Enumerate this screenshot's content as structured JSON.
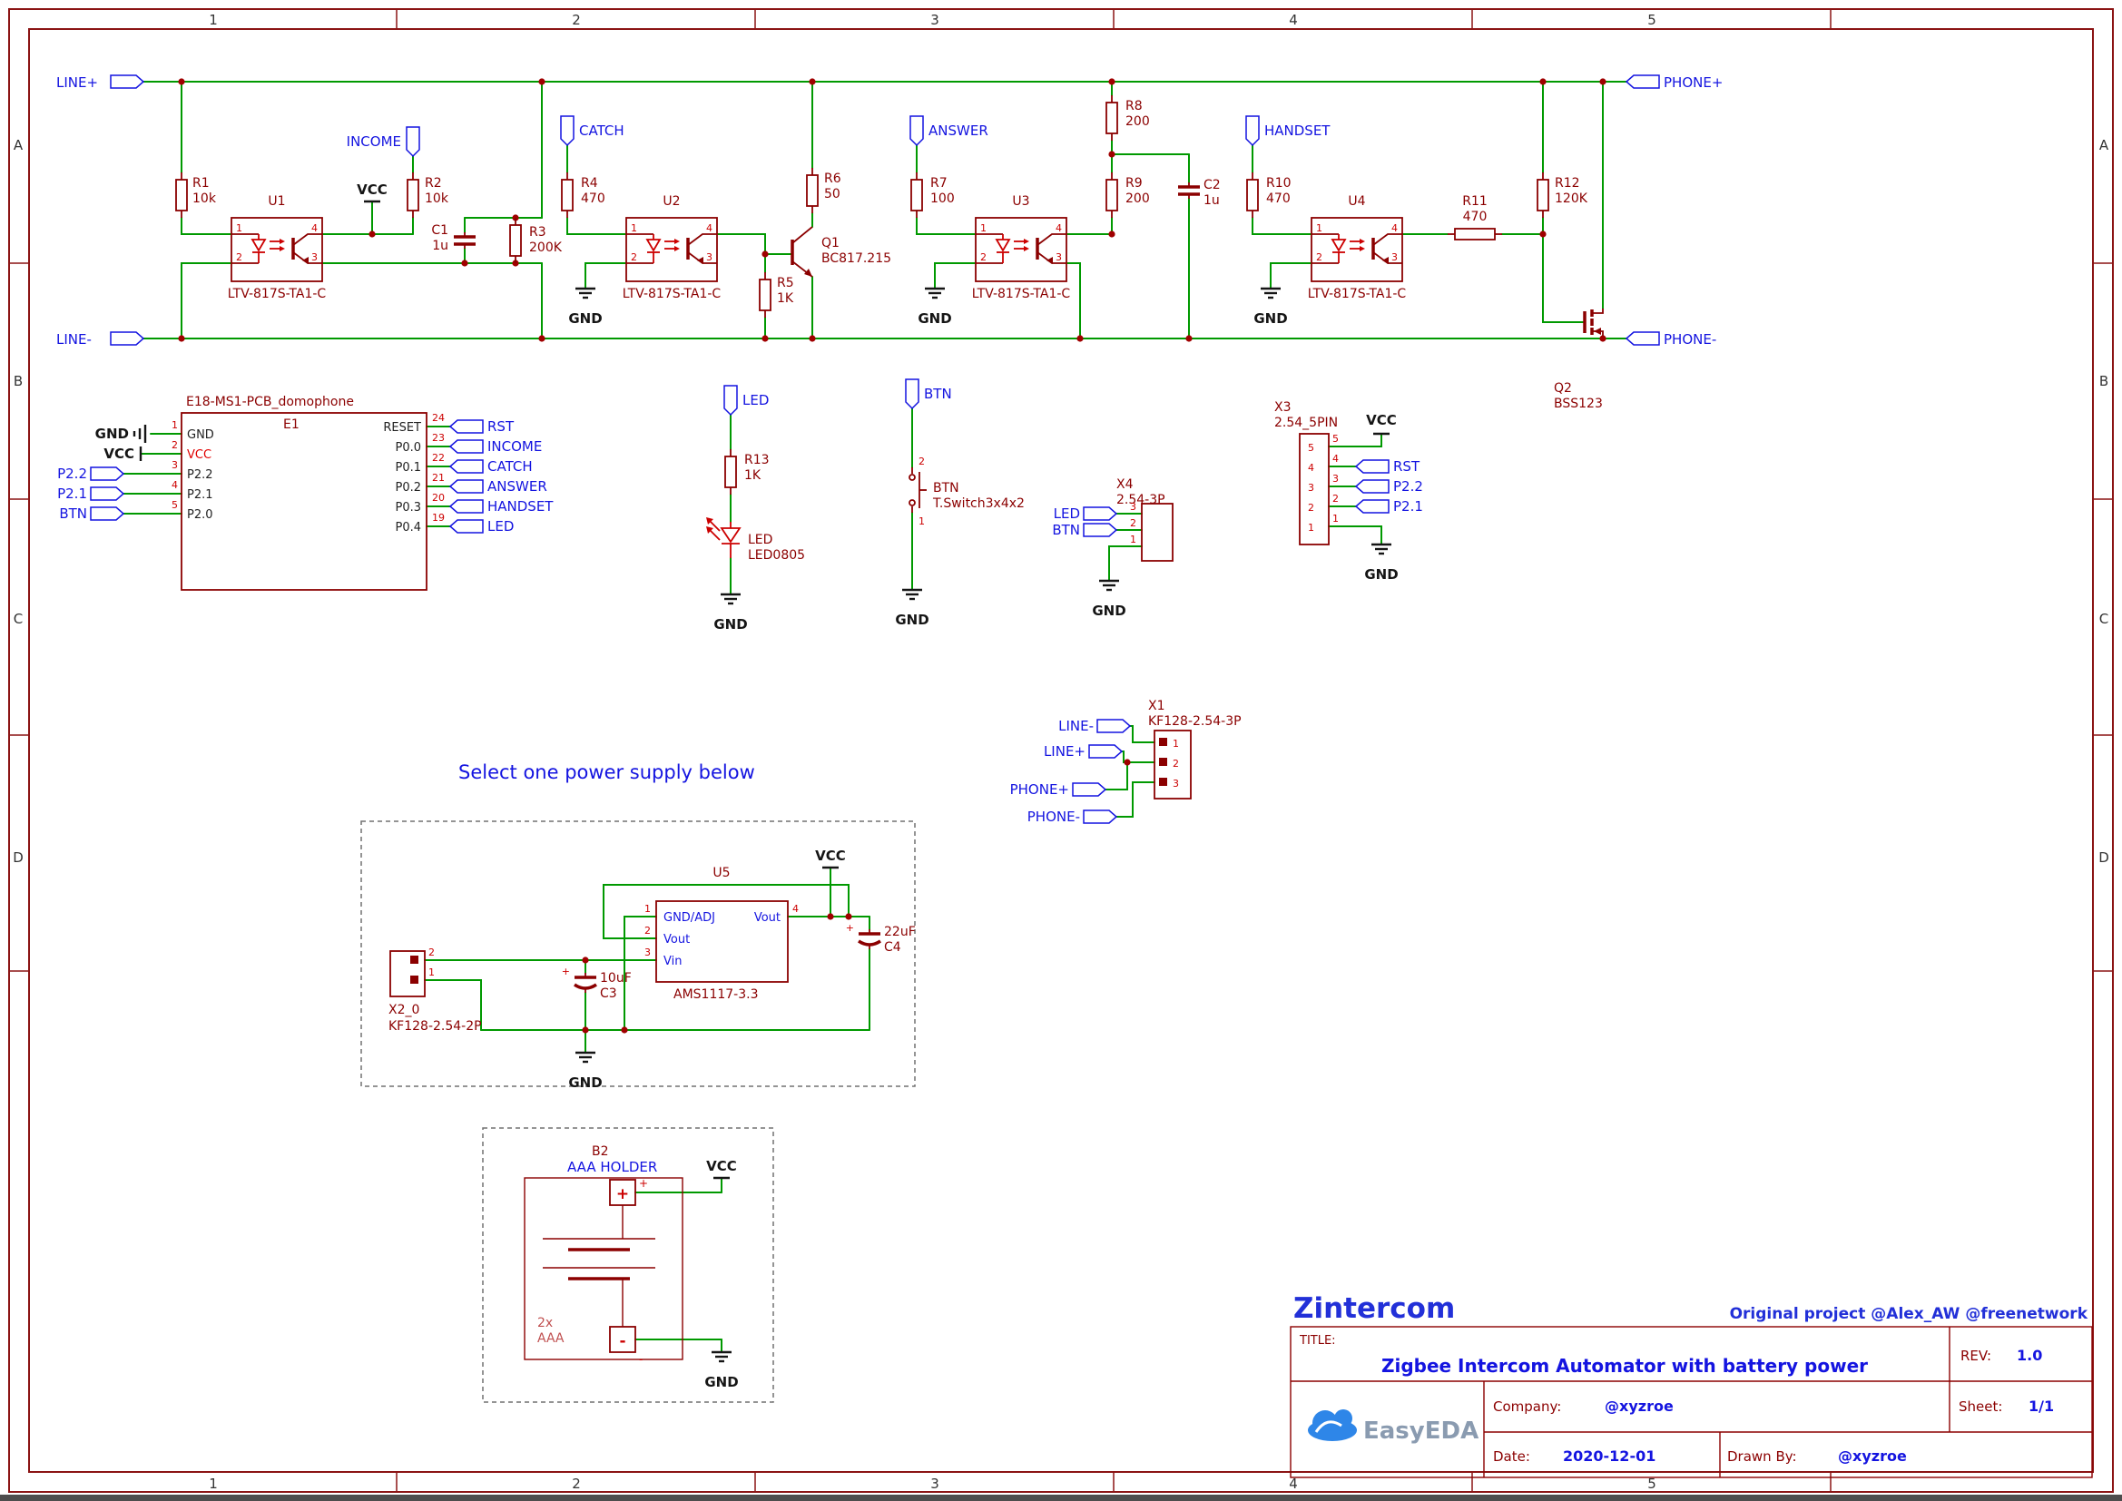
{
  "frame": {
    "cols": [
      "1",
      "2",
      "3",
      "4",
      "5"
    ],
    "rows": [
      "A",
      "B",
      "C",
      "D"
    ]
  },
  "nets": {
    "line_plus": "LINE+",
    "line_minus": "LINE-",
    "phone_plus": "PHONE+",
    "phone_minus": "PHONE-",
    "income": "INCOME",
    "catch": "CATCH",
    "answer": "ANSWER",
    "handset": "HANDSET",
    "led": "LED",
    "btn": "BTN",
    "rst": "RST",
    "p2_2": "P2.2",
    "p2_1": "P2.1",
    "vcc": "VCC",
    "gnd": "GND"
  },
  "pin_nums": {
    "n1": "1",
    "n2": "2",
    "n3": "3",
    "n4": "4",
    "n5": "5",
    "n19": "19",
    "n20": "20",
    "n21": "21",
    "n22": "22",
    "n23": "23",
    "n24": "24"
  },
  "components": {
    "r1": {
      "ref": "R1",
      "val": "10k"
    },
    "r2": {
      "ref": "R2",
      "val": "10k"
    },
    "r3": {
      "ref": "R3",
      "val": "200K"
    },
    "r4": {
      "ref": "R4",
      "val": "470"
    },
    "r5": {
      "ref": "R5",
      "val": "1K"
    },
    "r6": {
      "ref": "R6",
      "val": "50"
    },
    "r7": {
      "ref": "R7",
      "val": "100"
    },
    "r8": {
      "ref": "R8",
      "val": "200"
    },
    "r9": {
      "ref": "R9",
      "val": "200"
    },
    "r10": {
      "ref": "R10",
      "val": "470"
    },
    "r11": {
      "ref": "R11",
      "val": "470"
    },
    "r12": {
      "ref": "R12",
      "val": "120K"
    },
    "r13": {
      "ref": "R13",
      "val": "1K"
    },
    "c1": {
      "ref": "C1",
      "val": "1u"
    },
    "c2": {
      "ref": "C2",
      "val": "1u"
    },
    "c3": {
      "ref": "C3",
      "val": "10uF"
    },
    "c4": {
      "ref": "C4",
      "val": "22uF"
    },
    "u1": {
      "ref": "U1",
      "val": "LTV-817S-TA1-C"
    },
    "u2": {
      "ref": "U2",
      "val": "LTV-817S-TA1-C"
    },
    "u3": {
      "ref": "U3",
      "val": "LTV-817S-TA1-C"
    },
    "u4": {
      "ref": "U4",
      "val": "LTV-817S-TA1-C"
    },
    "q1": {
      "ref": "Q1",
      "val": "BC817.215"
    },
    "q2": {
      "ref": "Q2",
      "val": "BSS123"
    },
    "d1": {
      "ref": "LED",
      "val": "LED0805"
    },
    "sw": {
      "ref": "BTN",
      "val": "T.Switch3x4x2"
    },
    "x1": {
      "ref": "X1",
      "val": "KF128-2.54-3P"
    },
    "x2": {
      "ref": "X2_0",
      "val": "KF128-2.54-2P"
    },
    "x3": {
      "ref": "X3",
      "val": "2.54_5PIN"
    },
    "x4": {
      "ref": "X4",
      "val": "2.54-3P"
    },
    "b2": {
      "ref": "B2",
      "val": "AAA HOLDER",
      "qty": "2x",
      "cell": "AAA",
      "plus": "+",
      "minus": "-"
    },
    "u5": {
      "ref": "U5",
      "val": "AMS1117-3.3",
      "pin1": "GND/ADJ",
      "pin2": "Vout",
      "pin3": "Vin",
      "pin4": "Vout"
    },
    "e1": {
      "title": "E18-MS1-PCB_domophone",
      "ref": "E1",
      "left_pins": [
        {
          "n": "1",
          "name": "GND"
        },
        {
          "n": "2",
          "name": "VCC"
        },
        {
          "n": "3",
          "name": "P2.2"
        },
        {
          "n": "4",
          "name": "P2.1"
        },
        {
          "n": "5",
          "name": "P2.0"
        }
      ],
      "right_pins": [
        {
          "n": "24",
          "name": "RESET"
        },
        {
          "n": "23",
          "name": "P0.0"
        },
        {
          "n": "22",
          "name": "P0.1"
        },
        {
          "n": "21",
          "name": "P0.2"
        },
        {
          "n": "20",
          "name": "P0.3"
        },
        {
          "n": "19",
          "name": "P0.4"
        }
      ]
    }
  },
  "power_note": "Select one power supply below",
  "title_block": {
    "project": "Zintercom",
    "credit": "Original project @Alex_AW @freenetwork",
    "title_label": "TITLE:",
    "title": "Zigbee Intercom Automator with battery power",
    "rev_label": "REV:",
    "rev": "1.0",
    "company_label": "Company:",
    "company": "@xyzroe",
    "sheet_label": "Sheet:",
    "sheet": "1/1",
    "date_label": "Date:",
    "date": "2020-12-01",
    "drawn_label": "Drawn By:",
    "drawn": "@xyzroe",
    "logo": "EasyEDA"
  }
}
